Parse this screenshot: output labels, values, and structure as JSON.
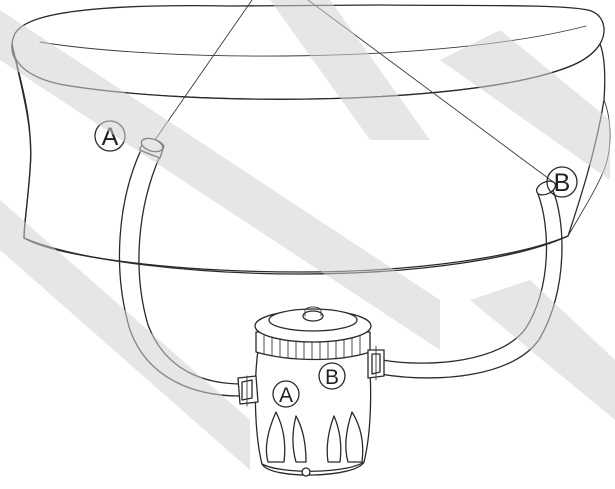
{
  "diagram": {
    "labels": {
      "pool_inlet_a": "A",
      "pool_outlet_b": "B",
      "pump_inlet_a": "A",
      "pump_outlet_b": "B"
    }
  }
}
